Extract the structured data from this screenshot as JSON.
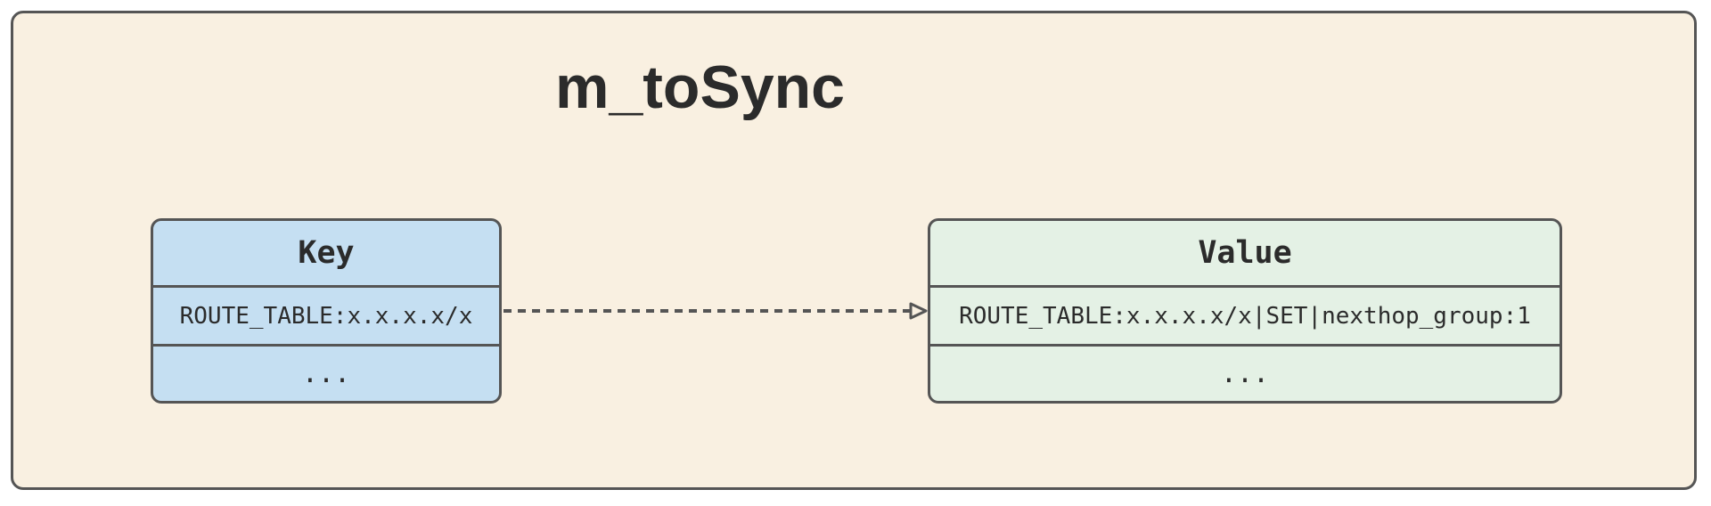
{
  "diagram": {
    "title": "m_toSync",
    "key_table": {
      "header": "Key",
      "rows": [
        "ROUTE_TABLE:x.x.x.x/x",
        "..."
      ]
    },
    "value_table": {
      "header": "Value",
      "rows": [
        "ROUTE_TABLE:x.x.x.x/x|SET|nexthop_group:1",
        "..."
      ]
    },
    "colors": {
      "background": "#f9f0e1",
      "border": "#555555",
      "key_fill": "#c5dff2",
      "value_fill": "#e4f1e5",
      "text": "#2b2b2b"
    }
  }
}
